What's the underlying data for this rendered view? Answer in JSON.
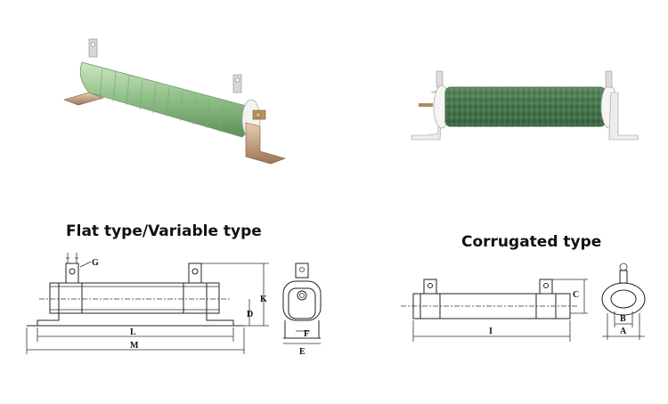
{
  "titles": {
    "flat": "Flat type/Variable type",
    "corrugated": "Corrugated type"
  },
  "dimension_labels": {
    "flat": {
      "G": "G",
      "K": "K",
      "D": "D",
      "L": "L",
      "M": "M",
      "F": "F",
      "E": "E"
    },
    "corrugated": {
      "C": "C",
      "I": "I",
      "B": "B",
      "A": "A"
    }
  },
  "colors": {
    "resistor_green": "#8fbf86",
    "resistor_dark_green": "#3f6e48",
    "ceramic_white": "#f2f2ee",
    "metal": "#c9a27a"
  }
}
